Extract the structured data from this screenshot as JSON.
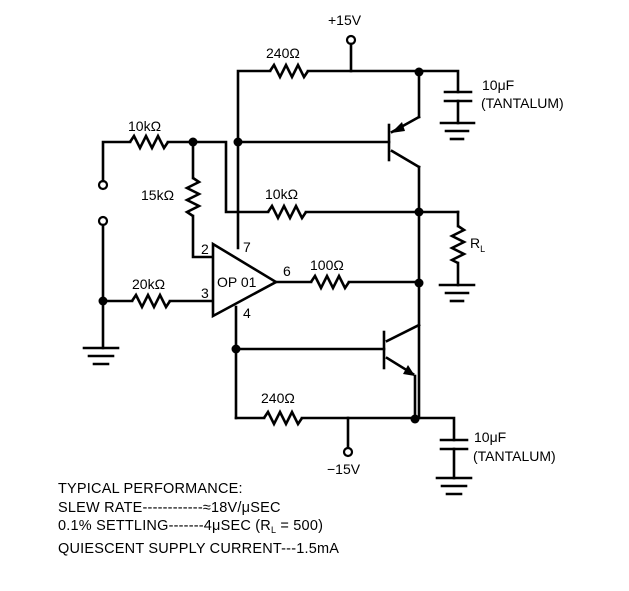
{
  "supply": {
    "positive": "+15V",
    "negative": "−15V"
  },
  "components": {
    "r_top_emitter": "240Ω",
    "r_bottom_emitter": "240Ω",
    "r_input": "10kΩ",
    "r_feedback": "10kΩ",
    "r_divider": "15kΩ",
    "r_noninv": "20kΩ",
    "r_output": "100Ω",
    "r_load": "R",
    "r_load_sub": "L",
    "cap_top_value": "10μF",
    "cap_top_type": "(TANTALUM)",
    "cap_bottom_value": "10μF",
    "cap_bottom_type": "(TANTALUM)"
  },
  "opamp": {
    "label": "OP 01",
    "pins": {
      "inv": "2",
      "noninv": "3",
      "vplus": "7",
      "vminus": "4",
      "out": "6"
    }
  },
  "performance": {
    "title": "TYPICAL PERFORMANCE:",
    "slew_rate": "SLEW RATE------------≈18V/μSEC",
    "settling_prefix": "0.1% SETTLING-------4μSEC (R",
    "settling_sub": "L",
    "settling_suffix": " = 500)",
    "quiescent": "QUIESCENT SUPPLY CURRENT---1.5mA"
  }
}
